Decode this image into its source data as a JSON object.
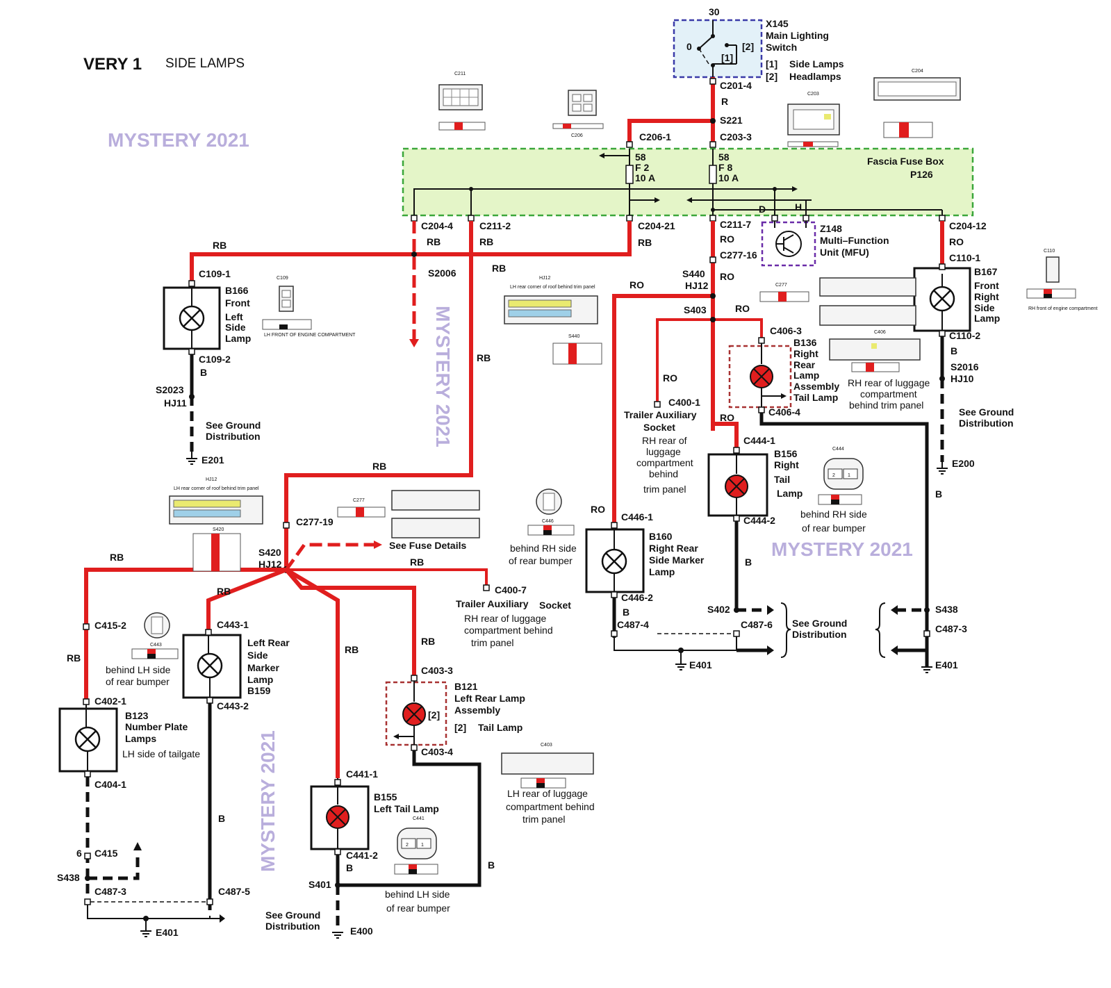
{
  "header": {
    "title": "VERY 1",
    "subtitle": "SIDE LAMPS"
  },
  "watermark": "MYSTERY 2021",
  "colors": {
    "red_wire": "#e01e1e",
    "black_wire": "#111111",
    "fuse_box_fill": "#e4f5c8",
    "fuse_box_border": "#3aa63a",
    "switch_fill": "#e3f1f8",
    "switch_border": "#3a3aa8",
    "mfu_border": "#6a2ca8",
    "lamp_red": "#e01e1e"
  },
  "switch": {
    "pin30": "30",
    "id": "X145",
    "name1": "Main Lighting",
    "name2": "Switch",
    "pos0": "0",
    "pos1": "[1]",
    "pos2": "[2]",
    "opt1_key": "[1]",
    "opt1": "Side Lamps",
    "opt2_key": "[2]",
    "opt2": "Headlamps"
  },
  "fuse_box": {
    "name": "Fascia Fuse Box",
    "id": "P126",
    "fuse1": {
      "pin": "58",
      "name": "F 2",
      "rating": "10 A"
    },
    "fuse2": {
      "pin": "58",
      "name": "F 8",
      "rating": "10 A"
    },
    "d": "D",
    "h": "H"
  },
  "mfu": {
    "id": "Z148",
    "name1": "Multi–Function",
    "name2": "Unit (MFU)"
  },
  "connectors": {
    "c201_4": "C201-4",
    "r": "R",
    "s221": "S221",
    "c206_1": "C206-1",
    "c203_3": "C203-3",
    "c204_4": "C204-4",
    "c211_2": "C211-2",
    "c204_21": "C204-21",
    "c211_7": "C211-7",
    "c204_12": "C204-12",
    "c277_16": "C277-16",
    "s440": "S440",
    "hj12": "HJ12",
    "s403": "S403",
    "s2006": "S2006",
    "c109_1": "C109-1",
    "c109_2": "C109-2",
    "s2023": "S2023",
    "hj11": "HJ11",
    "e201": "E201",
    "c110_1": "C110-1",
    "c110_2": "C110-2",
    "s2016": "S2016",
    "hj10": "HJ10",
    "e200": "E200",
    "c406_3": "C406-3",
    "c406_4": "C406-4",
    "c400_1": "C400-1",
    "c444_1": "C444-1",
    "c444_2": "C444-2",
    "c446_1": "C446-1",
    "c446_2": "C446-2",
    "c487_4": "C487-4",
    "s402": "S402",
    "c487_6": "C487-6",
    "s438": "S438",
    "c487_3": "C487-3",
    "e401": "E401",
    "c277_19": "C277-19",
    "s420": "S420",
    "c400_7": "C400-7",
    "c415_2": "C415-2",
    "c443_1": "C443-1",
    "c443_2": "C443-2",
    "c402_1": "C402-1",
    "c404_1": "C404-1",
    "c403_3": "C403-3",
    "c403_4": "C403-4",
    "c441_1": "C441-1",
    "c441_2": "C441-2",
    "s401": "S401",
    "e400": "E400",
    "six": "6",
    "c415": "C415",
    "c487_5": "C487-5"
  },
  "wire_colors": {
    "rb": "RB",
    "ro": "RO",
    "b": "B"
  },
  "components": {
    "b166": {
      "id": "B166",
      "l1": "Front",
      "l2": "Left",
      "l3": "Side",
      "l4": "Lamp"
    },
    "b167": {
      "id": "B167",
      "l1": "Front",
      "l2": "Right",
      "l3": "Side",
      "l4": "Lamp"
    },
    "b136": {
      "id": "B136",
      "l1": "Right",
      "l2": "Rear",
      "l3": "Lamp",
      "l4": "Assembly",
      "l5": "Tail Lamp"
    },
    "b156": {
      "id": "B156",
      "l1": "Right",
      "l2": "Tail",
      "l3": "Lamp"
    },
    "b160": {
      "id": "B160",
      "l1": "Right Rear",
      "l2": "Side Marker",
      "l3": "Lamp"
    },
    "b159": {
      "l1": "Left Rear",
      "l2": "Side",
      "l3": "Marker",
      "l4": "Lamp",
      "id": "B159"
    },
    "b123": {
      "id": "B123",
      "l1": "Number Plate",
      "l2": "Lamps",
      "loc": "LH side of tailgate"
    },
    "b121": {
      "id": "B121",
      "l1": "Left Rear Lamp",
      "l2": "Assembly",
      "key": "[2]",
      "l3": "Tail Lamp",
      "inner": "[2]"
    },
    "b155": {
      "id": "B155",
      "l1": "Left Tail Lamp"
    },
    "trailer_r": {
      "l1": "Trailer Auxiliary",
      "l2": "Socket",
      "l3": "RH rear of",
      "l4": "luggage",
      "l5": "compartment",
      "l6": "behind",
      "l7": "trim panel"
    },
    "trailer_l": {
      "l1": "Trailer Auxiliary",
      "l2": "Socket",
      "l3": "RH rear of luggage",
      "l4": "compartment behind",
      "l5": "trim panel"
    }
  },
  "notes": {
    "ground_dist1": "See Ground",
    "ground_dist2": "Distribution",
    "fuse_details": "See Fuse Details",
    "rh_rear_lug1": "RH rear of luggage",
    "rh_rear_lug2": "compartment",
    "rh_rear_lug3": "behind  trim panel",
    "behind_rh1": "behind RH side",
    "behind_rh2": "of rear bumper",
    "behind_lh1": "behind LH side",
    "behind_lh2": "of rear bumper",
    "lh_rear_lug1": "LH rear of luggage",
    "lh_rear_lug2": "compartment behind",
    "lh_rear_lug3": "trim panel"
  },
  "insets": {
    "c211": "C211",
    "c206": "C206",
    "c203": "C203",
    "c204": "C204",
    "c109": "C109",
    "c110": "C110",
    "hj12_top": "HJ12",
    "hj12_sub": "LH rear corner of roof behind trim panel",
    "c277": "C277",
    "s440": "S440",
    "c406": "C406",
    "c444": "C444",
    "c446": "C446",
    "c443": "C443",
    "c441": "C441",
    "c403": "C403",
    "s420": "S420",
    "lh_front_engine": "LH FRONT OF ENGINE COMPARTMENT",
    "rh_front_engine": "RH front of engine compartment",
    "p1": "1",
    "p2": "2"
  }
}
